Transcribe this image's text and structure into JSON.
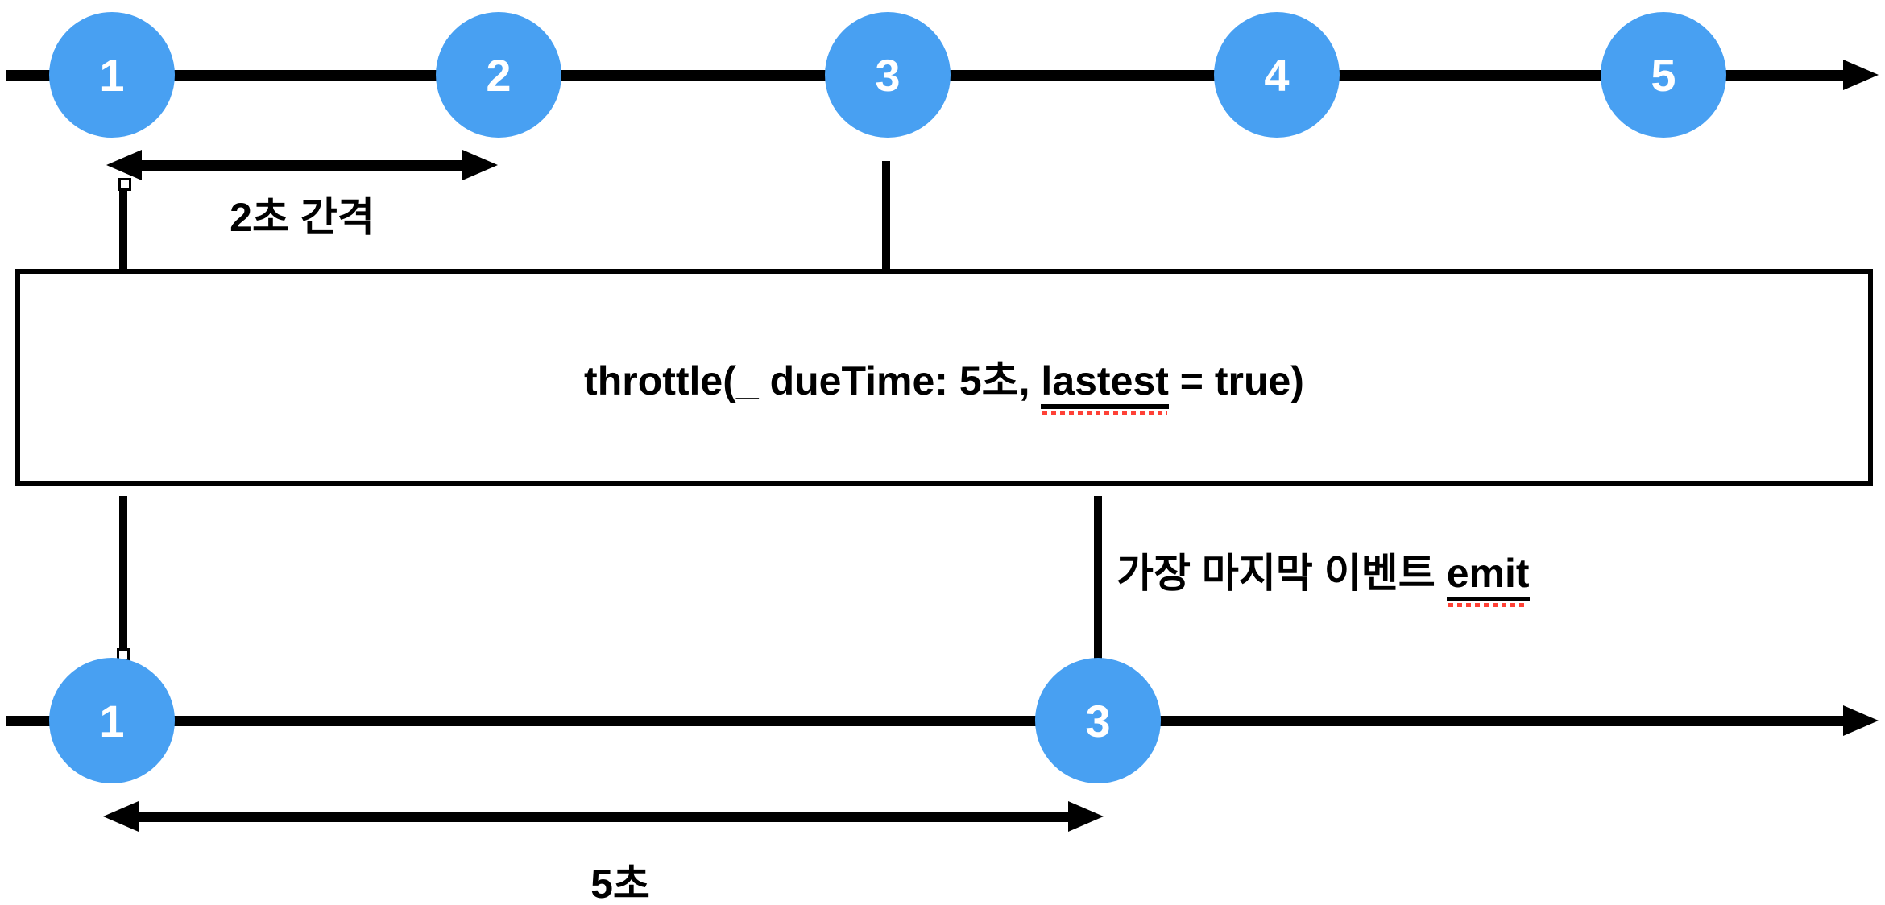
{
  "colors": {
    "marble": "#48A0F2",
    "line": "#000000",
    "squiggle": "#FF4136",
    "background": "#FFFFFF",
    "marble_text": "#FFFFFF"
  },
  "source_timeline": {
    "marbles": [
      {
        "label": "1"
      },
      {
        "label": "2"
      },
      {
        "label": "3"
      },
      {
        "label": "4"
      },
      {
        "label": "5"
      }
    ]
  },
  "interval_annotation": {
    "label": "2초 간격"
  },
  "operator_box": {
    "text_prefix": "throttle(_ dueTime: 5초, ",
    "misspelled_word": "lastest",
    "text_suffix": " = true)"
  },
  "emit_annotation": {
    "text_prefix": "가장 마지막 이벤트 ",
    "misspelled_word": "emit"
  },
  "result_timeline": {
    "marbles": [
      {
        "label": "1"
      },
      {
        "label": "3"
      }
    ]
  },
  "duration_annotation": {
    "label": "5초"
  }
}
